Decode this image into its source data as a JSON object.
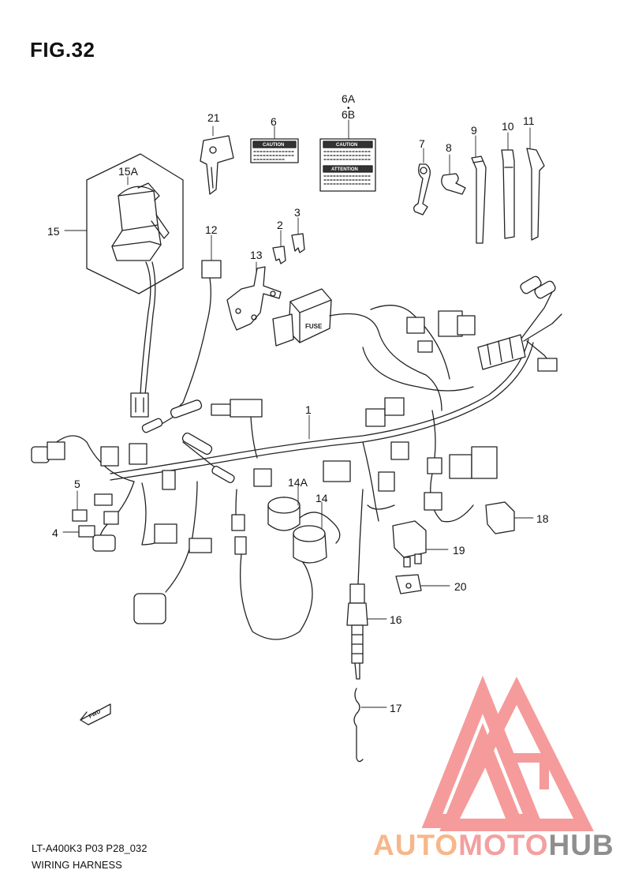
{
  "figure": {
    "title": "FIG.32"
  },
  "callouts": [
    {
      "id": "1",
      "label": "1"
    },
    {
      "id": "2",
      "label": "2"
    },
    {
      "id": "3",
      "label": "3"
    },
    {
      "id": "4",
      "label": "4"
    },
    {
      "id": "5",
      "label": "5"
    },
    {
      "id": "6",
      "label": "6"
    },
    {
      "id": "6A",
      "label": "6A"
    },
    {
      "id": "6B",
      "label": "6B"
    },
    {
      "id": "7",
      "label": "7"
    },
    {
      "id": "8",
      "label": "8"
    },
    {
      "id": "9",
      "label": "9"
    },
    {
      "id": "10",
      "label": "10"
    },
    {
      "id": "11",
      "label": "11"
    },
    {
      "id": "12",
      "label": "12"
    },
    {
      "id": "13",
      "label": "13"
    },
    {
      "id": "14",
      "label": "14"
    },
    {
      "id": "14A",
      "label": "14A"
    },
    {
      "id": "15",
      "label": "15"
    },
    {
      "id": "15A",
      "label": "15A"
    },
    {
      "id": "16",
      "label": "16"
    },
    {
      "id": "17",
      "label": "17"
    },
    {
      "id": "18",
      "label": "18"
    },
    {
      "id": "19",
      "label": "19"
    },
    {
      "id": "20",
      "label": "20"
    },
    {
      "id": "21",
      "label": "21"
    }
  ],
  "part_labels": {
    "caution_small": "CAUTION",
    "caution_large": "CAUTION",
    "attention": "ATTENTION",
    "fuse": "FUSE",
    "fwd": "FWD"
  },
  "footer": {
    "model_code": "LT-A400K3 P03 P28_032",
    "section": "WIRING HARNESS"
  },
  "watermark": {
    "part_a": "AUTO",
    "part_b": "MOTO",
    "part_c": "HUB",
    "colors": {
      "auto": "#f7b78a",
      "moto": "#f3a0a0",
      "hub": "#8e8e8e",
      "logo": "#f48a8a"
    }
  }
}
